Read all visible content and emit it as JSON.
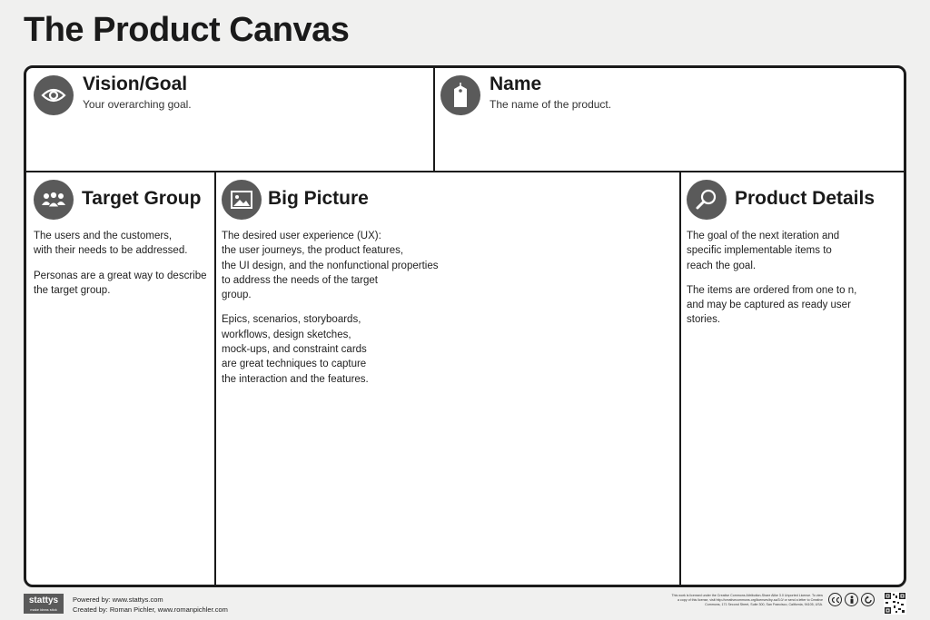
{
  "title": "The Product Canvas",
  "sections": {
    "vision": {
      "title": "Vision/Goal",
      "subtitle": "Your overarching goal.",
      "icon": "eye-icon"
    },
    "name": {
      "title": "Name",
      "subtitle": "The name of the product.",
      "icon": "tag-icon"
    },
    "target_group": {
      "title": "Target Group",
      "icon": "users-icon",
      "paragraphs": [
        "The users and the customers,\nwith their needs to be addressed.",
        "Personas are a great way to describe\nthe target group."
      ]
    },
    "big_picture": {
      "title": "Big Picture",
      "icon": "image-icon",
      "paragraphs": [
        "The desired user experience (UX):\nthe user journeys, the product features,\nthe UI design, and the nonfunctional properties\nto address the needs of the target\ngroup.",
        "Epics, scenarios, storyboards,\nworkflows, design sketches,\nmock-ups, and constraint cards\nare great techniques to capture\nthe interaction and the features."
      ]
    },
    "product_details": {
      "title": "Product Details",
      "icon": "magnifier-icon",
      "paragraphs": [
        "The goal of the next iteration and\nspecific implementable items to\nreach the goal.",
        "The items are ordered from one to n,\nand may be captured as ready user\nstories."
      ]
    }
  },
  "footer": {
    "logo": "stattys",
    "logo_tagline": "make ideas stick",
    "powered_by": "Powered by: www.stattys.com",
    "created_by": "Created by: Roman Pichler, www.romanpichler.com",
    "license": "This work is licensed under the Creative Commons Attribution-Share Alike 3.0 Unported License. To view a copy of this license, visit http://creativecommons.org/licenses/by-sa/3.0/ or send a letter to Creative Commons, 171 Second Street, Suite 300, San Francisco, California, 94105, USA."
  },
  "colors": {
    "icon_bg": "#5a5a5a",
    "border": "#1a1a1a",
    "page_bg": "#f0f0ef"
  }
}
